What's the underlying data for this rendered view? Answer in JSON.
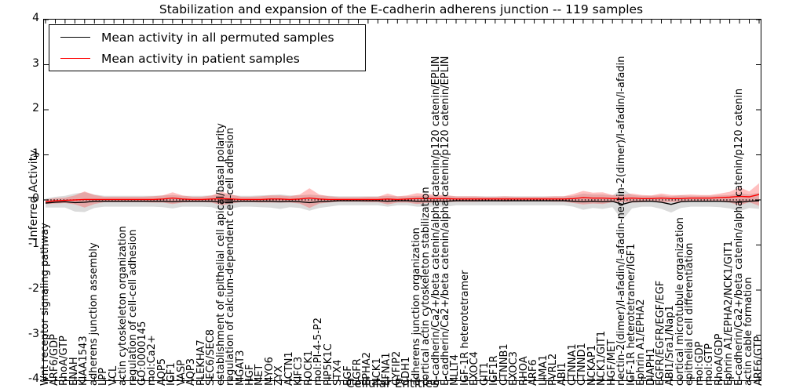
{
  "chart_data": {
    "type": "line",
    "title": "Stabilization and expansion of the E-cadherin adherens junction -- 119 samples",
    "xlabel": "Cellular Entities",
    "ylabel": "Inferred Activity",
    "ylim": [
      -4,
      4
    ],
    "yticks": [
      "4",
      "3",
      "2",
      "1",
      "0",
      "-1",
      "-2",
      "-3",
      "-4"
    ],
    "ytick_values": [
      4,
      3,
      2,
      1,
      0,
      -1,
      -2,
      -3,
      -4
    ],
    "grid": false,
    "legend_position": "upper-left",
    "zero_line": {
      "style": "dotted",
      "color": "#000000",
      "value": 0
    },
    "categories": [
      "Wnt receptor signaling pathway",
      "ARF6/GDP",
      "RhoA/GTP",
      "ENAH",
      "KIAA1543",
      "adherens junction assembly",
      "LPP",
      "VCL",
      "actin cytoskeleton organization",
      "regulation of cell-cell adhesion",
      "GO:0000145",
      "mol:Ca2+",
      "AQP5",
      "IGF1",
      "VASP",
      "AQP3",
      "PLEKHA7",
      "SEC6/SEC8",
      "establishment of epithelial cell apical/basal polarity",
      "regulation of calcium-dependent cell-cell adhesion",
      "MGAT3",
      "HGF",
      "MET",
      "MYO6",
      "ZYX",
      "ACTN1",
      "KIFC3",
      "ROCK1",
      "mol:PI-4-5-P2",
      "PIP5K1C",
      "STX4",
      "EGF",
      "EGFR",
      "EPHA2",
      "NCK1",
      "EFNA1",
      "CYFIP2",
      "CDH1",
      "adherens junction organization",
      "cortical actin cytoskeleton stabilization",
      "E-cadherin/Ca2+/beta catenin/alpha catenin/p120 catenin/EPLIN",
      "E-cadherin/Ca2+/beta catenin/alpha catenin/p120 catenin/EPLIN",
      "MLLT4",
      "IGF-1R heterotetramer",
      "EXOC4",
      "GIT1",
      "IGF1R",
      "CTNNB1",
      "EXOC3",
      "RHOA",
      "ARF6",
      "LIMA1",
      "PVRL2",
      "ABI1",
      "CTNNA1",
      "CTNND1",
      "NCKAP1",
      "NCK1/GIT1",
      "HGF/MET",
      "nectin-2(dimer)/l-afadin/l-afadin-nectin-2(dimer)/l-afadin/l-afadin",
      "IGF-1R heterotetramer/IGF1",
      "Ephrin A1/EPHA2",
      "DIAPH1",
      "EGFR/EGFR/EGF/EGF",
      "ABI1/Sra1/Nap1",
      "cortical microtubule organization",
      "epithelial cell differentiation",
      "mol:GDP",
      "mol:GTP",
      "RhoA/GDP",
      "Ephrin A1/EPHA2/NCK1/GIT1",
      "E-cadherin/Ca2+/beta catenin/alpha catenin/p120 catenin",
      "actin cable formation",
      "ARF6/GTP"
    ],
    "series": [
      {
        "name": "Mean activity in all permuted samples",
        "color": "#000000",
        "band_color": "#b0b0b0",
        "band_opacity": 0.45,
        "mean": [
          -0.07,
          -0.05,
          -0.04,
          -0.06,
          -0.05,
          -0.03,
          -0.03,
          -0.03,
          -0.03,
          -0.03,
          -0.03,
          -0.03,
          -0.03,
          -0.04,
          -0.03,
          -0.03,
          -0.03,
          -0.03,
          -0.05,
          -0.04,
          -0.03,
          -0.03,
          -0.03,
          -0.03,
          -0.04,
          -0.03,
          -0.04,
          -0.06,
          -0.04,
          -0.03,
          -0.02,
          -0.02,
          -0.02,
          -0.02,
          -0.02,
          -0.03,
          -0.02,
          -0.02,
          -0.03,
          -0.03,
          -0.03,
          -0.03,
          -0.02,
          -0.02,
          -0.02,
          -0.02,
          -0.02,
          -0.02,
          -0.02,
          -0.02,
          -0.02,
          -0.02,
          -0.02,
          -0.02,
          -0.03,
          -0.04,
          -0.03,
          -0.04,
          -0.03,
          -0.1,
          -0.04,
          -0.03,
          -0.03,
          -0.05,
          -0.1,
          -0.04,
          -0.03,
          -0.03,
          -0.03,
          -0.03,
          -0.04,
          -0.05,
          -0.03,
          -0.02
        ],
        "std": [
          0.1,
          0.12,
          0.13,
          0.2,
          0.22,
          0.15,
          0.12,
          0.12,
          0.12,
          0.12,
          0.12,
          0.12,
          0.13,
          0.15,
          0.12,
          0.12,
          0.12,
          0.13,
          0.18,
          0.15,
          0.12,
          0.12,
          0.13,
          0.14,
          0.16,
          0.13,
          0.14,
          0.18,
          0.14,
          0.12,
          0.1,
          0.1,
          0.1,
          0.1,
          0.1,
          0.12,
          0.1,
          0.1,
          0.12,
          0.12,
          0.12,
          0.12,
          0.1,
          0.1,
          0.1,
          0.1,
          0.1,
          0.1,
          0.1,
          0.1,
          0.1,
          0.1,
          0.1,
          0.1,
          0.12,
          0.18,
          0.15,
          0.16,
          0.13,
          0.35,
          0.15,
          0.12,
          0.12,
          0.15,
          0.18,
          0.14,
          0.12,
          0.12,
          0.12,
          0.13,
          0.15,
          0.2,
          0.15,
          0.18
        ]
      },
      {
        "name": "Mean activity in patient samples",
        "color": "#ff0000",
        "band_color": "#ff3030",
        "band_opacity": 0.3,
        "mean": [
          -0.04,
          -0.02,
          -0.01,
          0.0,
          0.01,
          0.01,
          0.01,
          0.01,
          0.01,
          0.01,
          0.01,
          0.01,
          0.02,
          0.04,
          0.02,
          0.01,
          0.01,
          0.02,
          0.03,
          0.02,
          0.01,
          0.01,
          0.01,
          0.02,
          0.02,
          0.01,
          0.02,
          0.04,
          0.02,
          0.01,
          0.01,
          0.01,
          0.01,
          0.01,
          0.01,
          0.02,
          0.01,
          0.02,
          0.03,
          0.03,
          0.03,
          0.03,
          0.02,
          0.02,
          0.02,
          0.02,
          0.02,
          0.02,
          0.02,
          0.02,
          0.02,
          0.02,
          0.02,
          0.02,
          0.03,
          0.05,
          0.04,
          0.04,
          0.03,
          0.03,
          0.04,
          0.03,
          0.03,
          0.04,
          0.03,
          0.03,
          0.04,
          0.04,
          0.04,
          0.05,
          0.06,
          0.08,
          0.07,
          0.12
        ],
        "std": [
          0.05,
          0.06,
          0.06,
          0.1,
          0.18,
          0.1,
          0.06,
          0.06,
          0.06,
          0.06,
          0.06,
          0.07,
          0.08,
          0.13,
          0.08,
          0.06,
          0.06,
          0.08,
          0.15,
          0.1,
          0.06,
          0.06,
          0.07,
          0.08,
          0.08,
          0.07,
          0.1,
          0.22,
          0.1,
          0.07,
          0.05,
          0.05,
          0.05,
          0.06,
          0.06,
          0.12,
          0.07,
          0.08,
          0.12,
          0.1,
          0.08,
          0.08,
          0.06,
          0.06,
          0.06,
          0.05,
          0.05,
          0.06,
          0.05,
          0.05,
          0.05,
          0.05,
          0.06,
          0.06,
          0.1,
          0.15,
          0.12,
          0.13,
          0.08,
          0.08,
          0.1,
          0.08,
          0.07,
          0.1,
          0.08,
          0.08,
          0.08,
          0.07,
          0.07,
          0.09,
          0.12,
          0.2,
          0.12,
          0.25
        ]
      }
    ]
  }
}
